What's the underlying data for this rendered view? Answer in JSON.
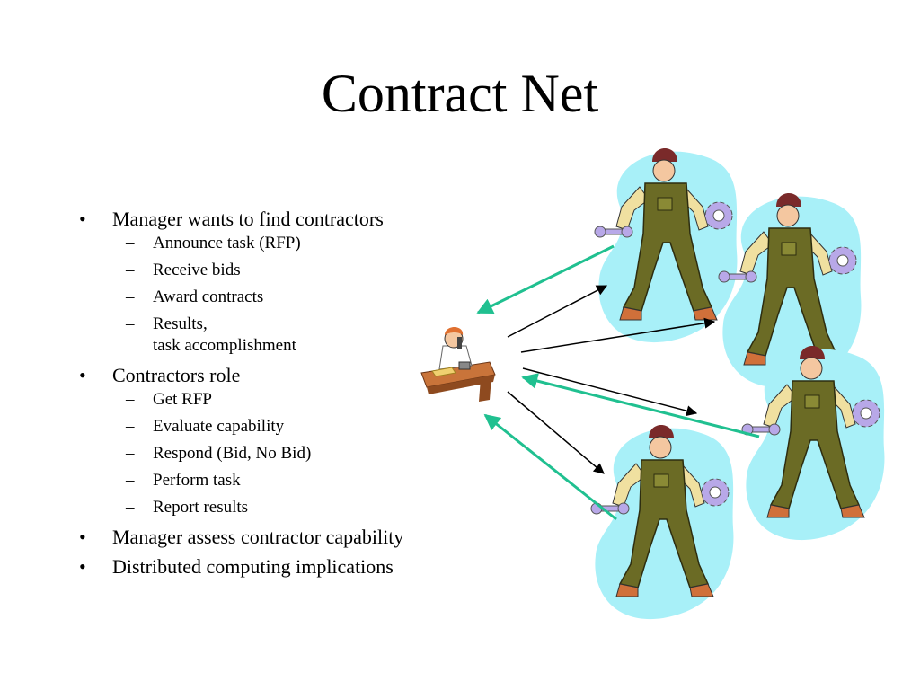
{
  "slide": {
    "title": "Contract Net",
    "bullets": [
      {
        "text": "Manager wants to find contractors",
        "sub": [
          "Announce task (RFP)",
          "Receive bids",
          "Award contracts",
          "Results,\ntask accomplishment"
        ]
      },
      {
        "text": "Contractors role",
        "sub": [
          "Get RFP",
          "Evaluate capability",
          "Respond (Bid, No Bid)",
          "Perform task",
          "Report results"
        ]
      },
      {
        "text": "Manager assess contractor capability",
        "sub": []
      },
      {
        "text": "Distributed computing implications",
        "sub": []
      }
    ]
  },
  "diagram": {
    "manager_icon": "manager-at-desk-icon",
    "contractor_icon": "mechanic-with-gear-icon",
    "colors": {
      "request_arrow": "#000000",
      "response_arrow": "#20c090",
      "contractor_blob": "#a8f0f8",
      "overalls": "#6b6b25",
      "shirt": "#f0e0a0",
      "gear": "#b8a8e8",
      "desk": "#c9743a"
    }
  }
}
